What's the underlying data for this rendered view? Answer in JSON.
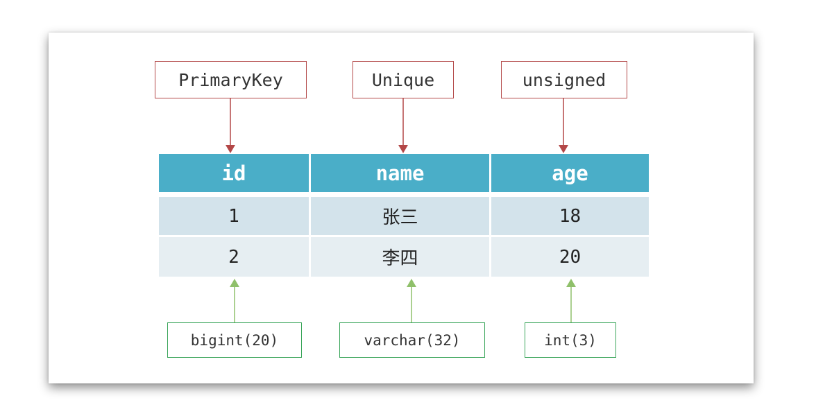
{
  "constraints": {
    "primary_key": "PrimaryKey",
    "unique": "Unique",
    "unsigned": "unsigned"
  },
  "types": {
    "id": "bigint(20)",
    "name": "varchar(32)",
    "age": "int(3)"
  },
  "table": {
    "columns": [
      "id",
      "name",
      "age"
    ],
    "rows": [
      [
        "1",
        "张三",
        "18"
      ],
      [
        "2",
        "李四",
        "20"
      ]
    ]
  },
  "colors": {
    "header": "#4aaec8",
    "row_odd": "#d3e3eb",
    "row_even": "#e6eef2",
    "constraint_arrow": "#b34747",
    "type_arrow": "#8fc06a",
    "type_border": "#3aa55a"
  }
}
